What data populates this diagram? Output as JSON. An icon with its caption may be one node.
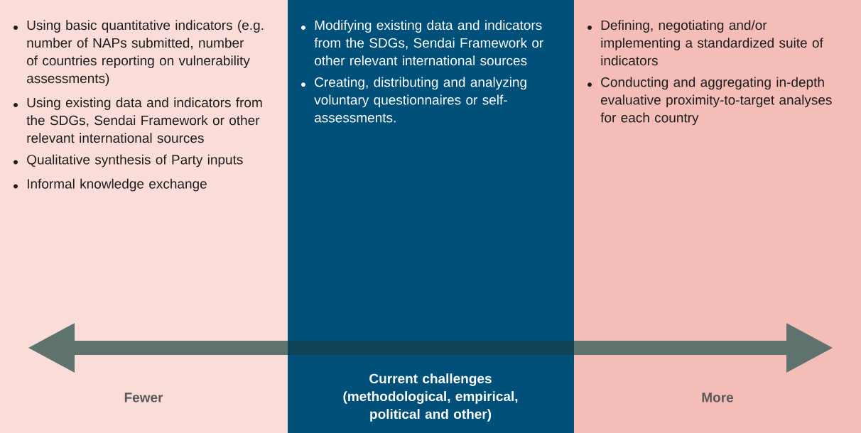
{
  "diagram": {
    "nodes": [
      {
        "text": [
          "Using basic quantitative indicators (e.g. number of NAPs submitted, number of countries reporting on vulnerability assessments)",
          "Using existing data and indicators from the SDGs, Sendai Framework or other relevant international sources",
          "Qualitative synthesis of Party inputs",
          "Informal knowledge exchange",
          "Fewer"
        ]
      },
      {
        "text": [
          "Modifying existing data and indicators from the SDGs, Sendai Framework or other relevant international sources",
          "Creating, distributing and analyzing voluntary questionnaires or self-assessments.",
          "Current challenges (methodological, empirical, political and other)"
        ]
      },
      {
        "text": [
          "Defining, negotiating and/or implementing a standardized suite of indicators",
          "Conducting and aggregating in-depth evaluative proximity-to-target analyses for each country",
          "More"
        ]
      }
    ]
  }
}
